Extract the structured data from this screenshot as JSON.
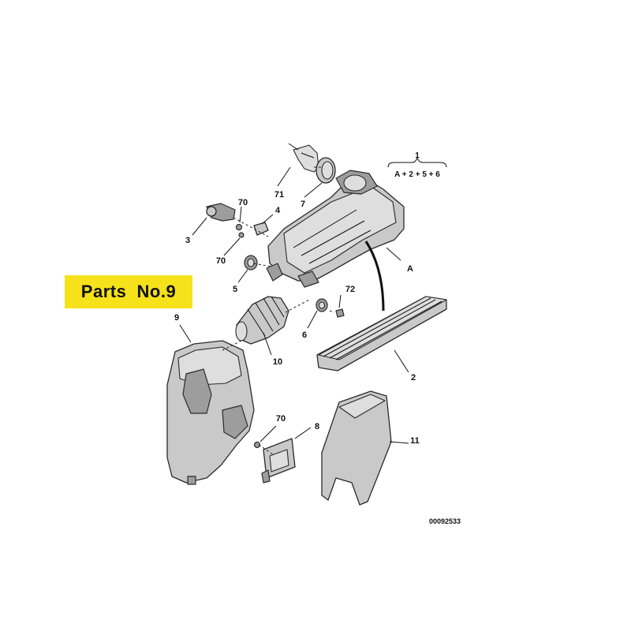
{
  "badge": {
    "text": "Parts  No.9",
    "color": "#f5e21a"
  },
  "kit": {
    "number": "1",
    "formula": "A + 2 + 5 + 6"
  },
  "reference_code": "00092533",
  "callouts": {
    "c71": "71",
    "c7": "7",
    "c70a": "70",
    "c4": "4",
    "c3": "3",
    "c70b": "70",
    "cA": "A",
    "c5": "5",
    "c72": "72",
    "c6": "6",
    "c9": "9",
    "c10": "10",
    "c2": "2",
    "c70c": "70",
    "c8": "8",
    "c11": "11"
  }
}
